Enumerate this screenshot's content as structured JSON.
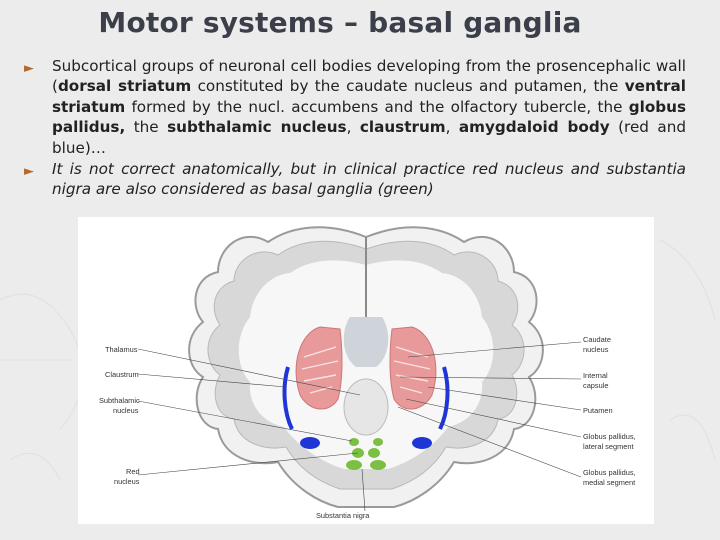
{
  "slide": {
    "title": "Motor systems – basal ganglia",
    "bullet1": {
      "t1": "Subcortical groups of neuronal cell bodies developing from the prosencephalic wall (",
      "b1": "dorsal striatum",
      "t2": " constituted by the caudate nucleus and putamen, the ",
      "b2": "ventral striatum",
      "t3": " formed by the nucl. accumbens and the olfactory tubercle, the ",
      "b3": "globus pallidus,",
      "t4": " the ",
      "b4": "subthalamic nucleus",
      "t5": ", ",
      "b5": "claustrum",
      "t6": ", ",
      "b6": "amygdaloid body",
      "t7": " (red and blue)…"
    },
    "bullet2": "It is not correct anatomically, but in clinical practice red nucleus and substantia nigra are also considered as basal ganglia (green)"
  },
  "figure": {
    "left_labels": {
      "thalamus": "Thalamus",
      "claustrum": "Claustrum",
      "subthalamic_1": "Subthalamic",
      "subthalamic_2": "nucleus",
      "red_1": "Red",
      "red_2": "nucleus"
    },
    "right_labels": {
      "caudate_1": "Caudate",
      "caudate_2": "nucleus",
      "internal_1": "Internal",
      "internal_2": "capsule",
      "putamen": "Putamen",
      "gp_lat_1": "Globus pallidus,",
      "gp_lat_2": "lateral segment",
      "gp_med_1": "Globus pallidus,",
      "gp_med_2": "medial segment"
    },
    "bottom_label": "Substantia nigra"
  },
  "colors": {
    "title": "#3a3f4a",
    "marker": "#b26a2a",
    "striatum_red": "#e89a9a",
    "claustrum_blue": "#1f35d6",
    "basal_green": "#7bc043"
  },
  "icons": [
    "triangle-bullet-icon"
  ]
}
